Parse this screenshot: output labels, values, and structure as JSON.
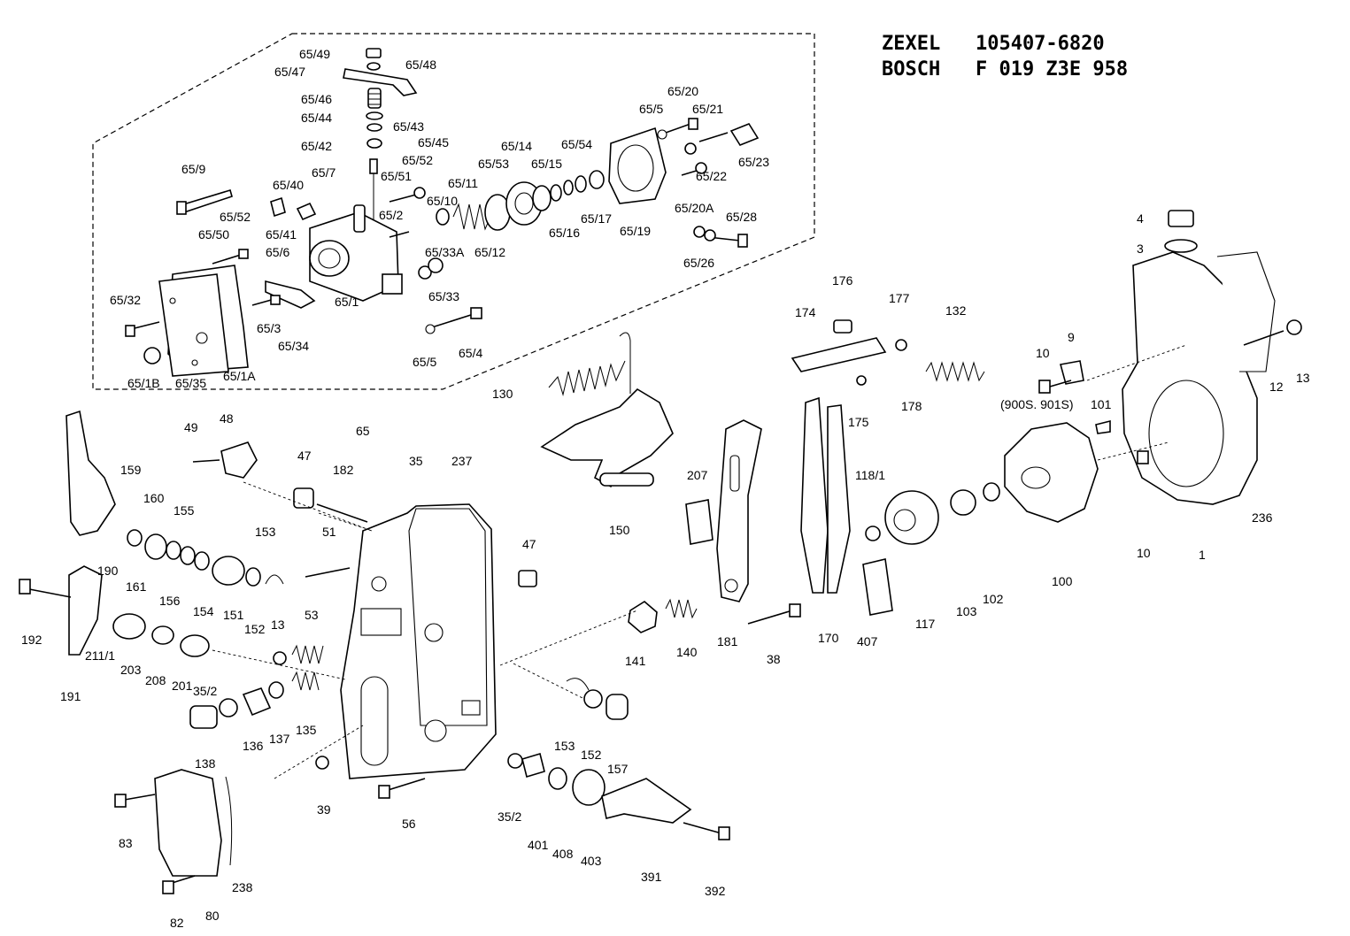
{
  "header": {
    "line1": "ZEXEL   105407-6820",
    "line2": "BOSCH   F 019 Z3E 958"
  },
  "labels": [
    "65/49",
    "65/48",
    "65/47",
    "65/46",
    "65/44",
    "65/43",
    "65/42",
    "65/45",
    "65/52",
    "65/7",
    "65/51",
    "65/9",
    "65/40",
    "65/41",
    "65/52",
    "65/50",
    "65/6",
    "65/2",
    "65/10",
    "65/11",
    "65/53",
    "65/14",
    "65/15",
    "65/54",
    "65/5",
    "65/20",
    "65/21",
    "65/23",
    "65/22",
    "65/20A",
    "65/28",
    "65/26",
    "65/17",
    "65/19",
    "65/16",
    "65/12",
    "65/33A",
    "65/33",
    "65/32",
    "65/3",
    "65/34",
    "65/1",
    "65/1B",
    "65/35",
    "65/1A",
    "65/5",
    "65/4",
    "65",
    "4",
    "3",
    "176",
    "177",
    "174",
    "132",
    "10",
    "9",
    "13",
    "12",
    "(900S. 901S)",
    "101",
    "178",
    "175",
    "130",
    "150",
    "207",
    "118/1",
    "49",
    "48",
    "47",
    "182",
    "35",
    "237",
    "159",
    "160",
    "155",
    "190",
    "161",
    "156",
    "154",
    "151",
    "152",
    "153",
    "51",
    "47",
    "192",
    "53",
    "13",
    "211/1",
    "203",
    "208",
    "201",
    "35/2",
    "191",
    "138",
    "136",
    "137",
    "135",
    "39",
    "56",
    "35/2",
    "401",
    "408",
    "403",
    "153",
    "152",
    "157",
    "391",
    "392",
    "83",
    "238",
    "82",
    "80",
    "141",
    "140",
    "181",
    "38",
    "170",
    "407",
    "117",
    "103",
    "102",
    "100",
    "10",
    "1",
    "236"
  ]
}
